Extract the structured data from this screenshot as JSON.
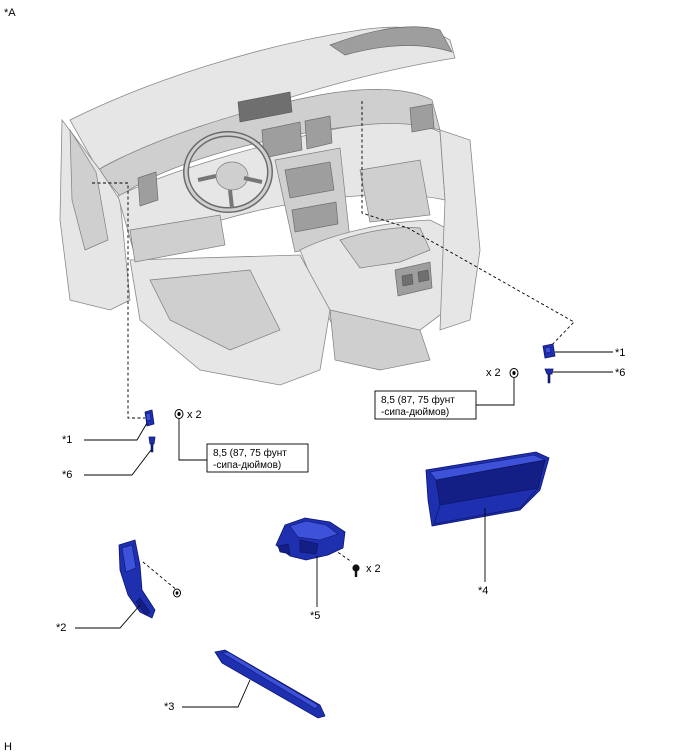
{
  "view_label": "*A",
  "footer_mark": "H",
  "callouts": {
    "c1_left": "*1",
    "c6_left": "*6",
    "c1_right": "*1",
    "c6_right": "*6",
    "c2": "*2",
    "c3": "*3",
    "c4": "*4",
    "c5": "*5"
  },
  "quantities": {
    "left_nut": "x 2",
    "right_nut": "x 2",
    "screw": "x 2"
  },
  "torque_left": {
    "line1": "8,5 (87, 75 фунт",
    "line2": "-сипа-дюймов)"
  },
  "torque_right": {
    "line1": "8,5 (87, 75 фунт",
    "line2": "-сипа-дюймов)"
  },
  "colors": {
    "part_fill": "#1e2fb0",
    "part_highlight": "#3d52d8",
    "interior_gray": "#e6e6e6"
  }
}
